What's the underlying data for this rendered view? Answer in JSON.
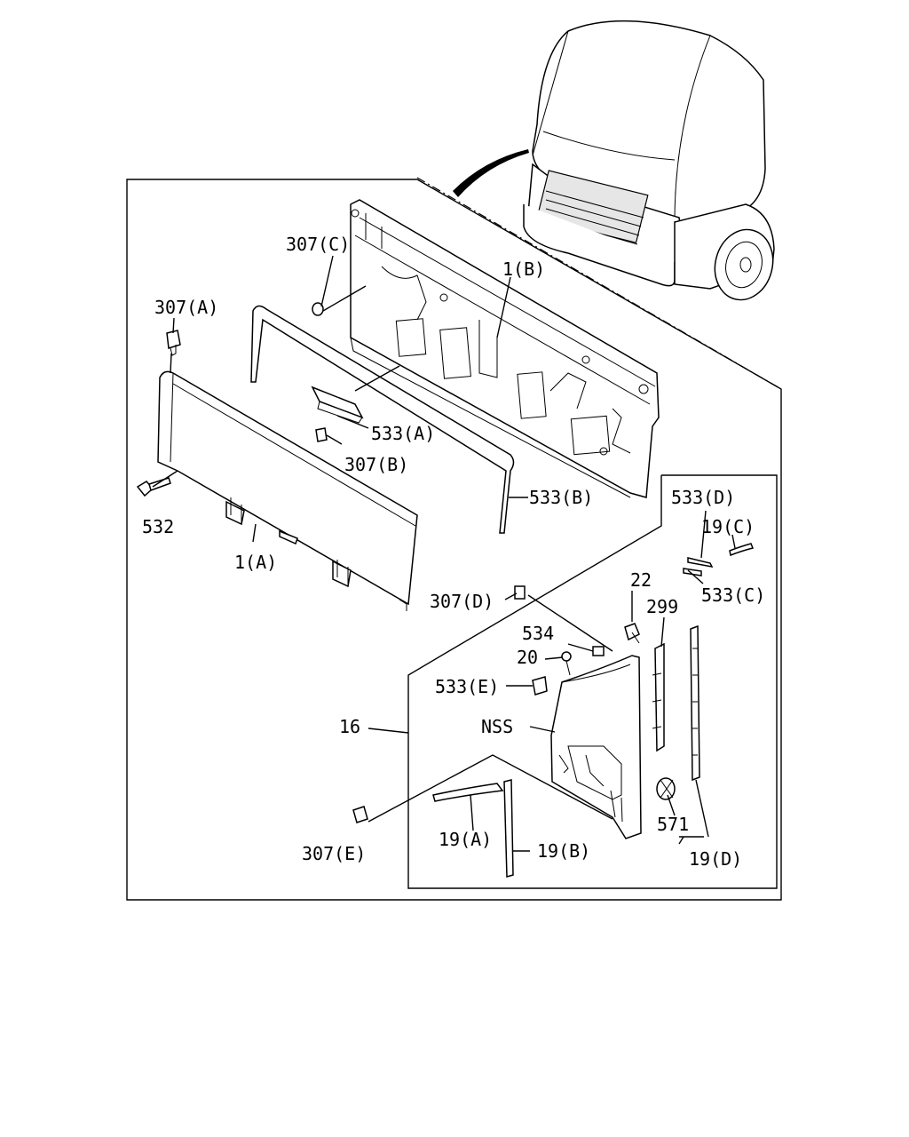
{
  "labels": {
    "p307c": "307(C)",
    "p307a": "307(A)",
    "p1b": "1(B)",
    "p533a": "533(A)",
    "p307b": "307(B)",
    "p533b": "533(B)",
    "p532": "532",
    "p1a": "1(A)",
    "p533d": "533(D)",
    "p19c": "19(C)",
    "p533c": "533(C)",
    "p22": "22",
    "p299": "299",
    "p307d": "307(D)",
    "p534": "534",
    "p20": "20",
    "p533e": "533(E)",
    "pnss": "NSS",
    "p16": "16",
    "p571": "571",
    "p307e": "307(E)",
    "p19a": "19(A)",
    "p19b": "19(B)",
    "p19d": "19(D)"
  }
}
